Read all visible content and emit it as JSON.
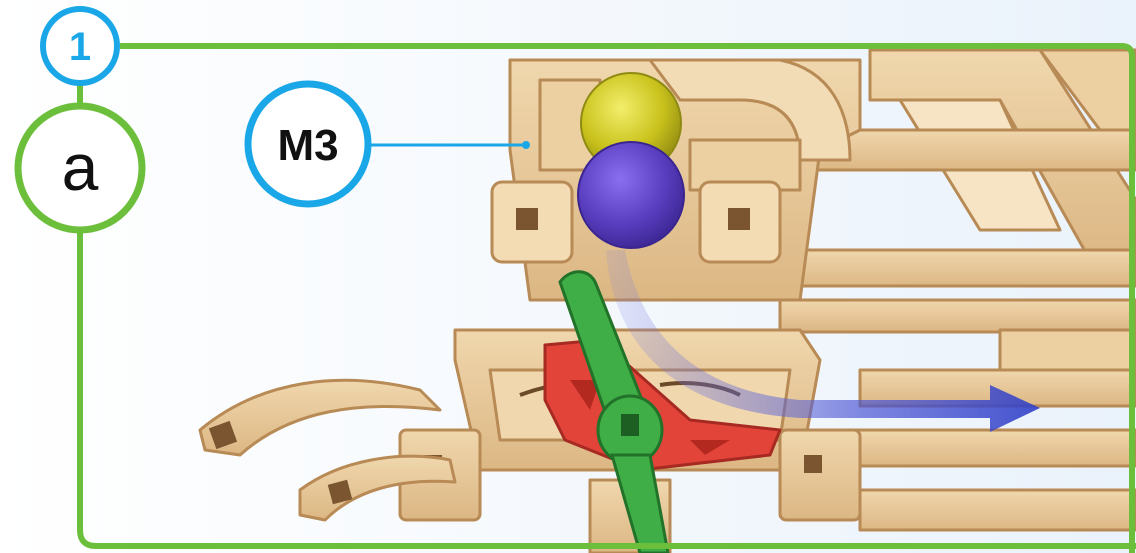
{
  "step": {
    "number": "1",
    "substep": "a"
  },
  "callout": {
    "part_label": "M3"
  },
  "colors": {
    "frame_green": "#6cbf3a",
    "callout_blue": "#1aa7e8",
    "wood": "#e6c79a",
    "wood_edge": "#b88a55",
    "ball_yellow": "#c8c21a",
    "ball_purple": "#5b3fbf",
    "lever_green": "#3fae46",
    "trigger_red": "#e3443a",
    "arrow_blue": "#3a4bd0"
  },
  "icons": [
    "step-number-badge",
    "substep-badge",
    "part-callout-badge",
    "motion-arrow-icon"
  ]
}
